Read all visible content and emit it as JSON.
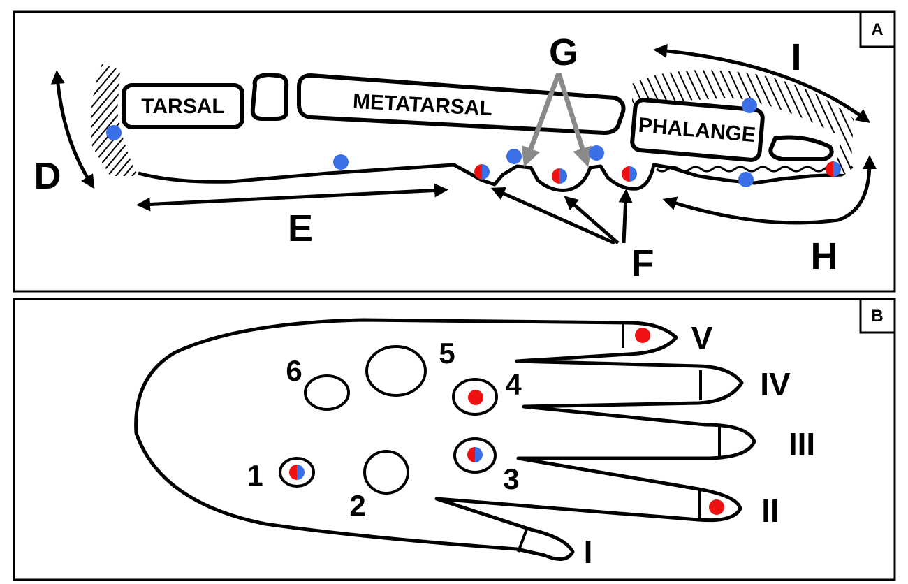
{
  "panel_a": {
    "corner_label": "A",
    "bones": {
      "tarsal": "TARSAL",
      "metatarsal": "METATARSAL",
      "phalange": "PHALANGE"
    },
    "labels": {
      "d": "D",
      "e": "E",
      "f": "F",
      "g": "G",
      "h": "H",
      "i": "I"
    }
  },
  "panel_b": {
    "corner_label": "B",
    "pads": {
      "p1": "1",
      "p2": "2",
      "p3": "3",
      "p4": "4",
      "p5": "5",
      "p6": "6"
    },
    "digits": {
      "d1": "I",
      "d2": "II",
      "d3": "III",
      "d4": "IV",
      "d5": "V"
    }
  },
  "colors": {
    "blue": "#3b6fe8",
    "red": "#ee1111",
    "gray_arrow": "#8a8a8a",
    "ink": "#000000"
  }
}
